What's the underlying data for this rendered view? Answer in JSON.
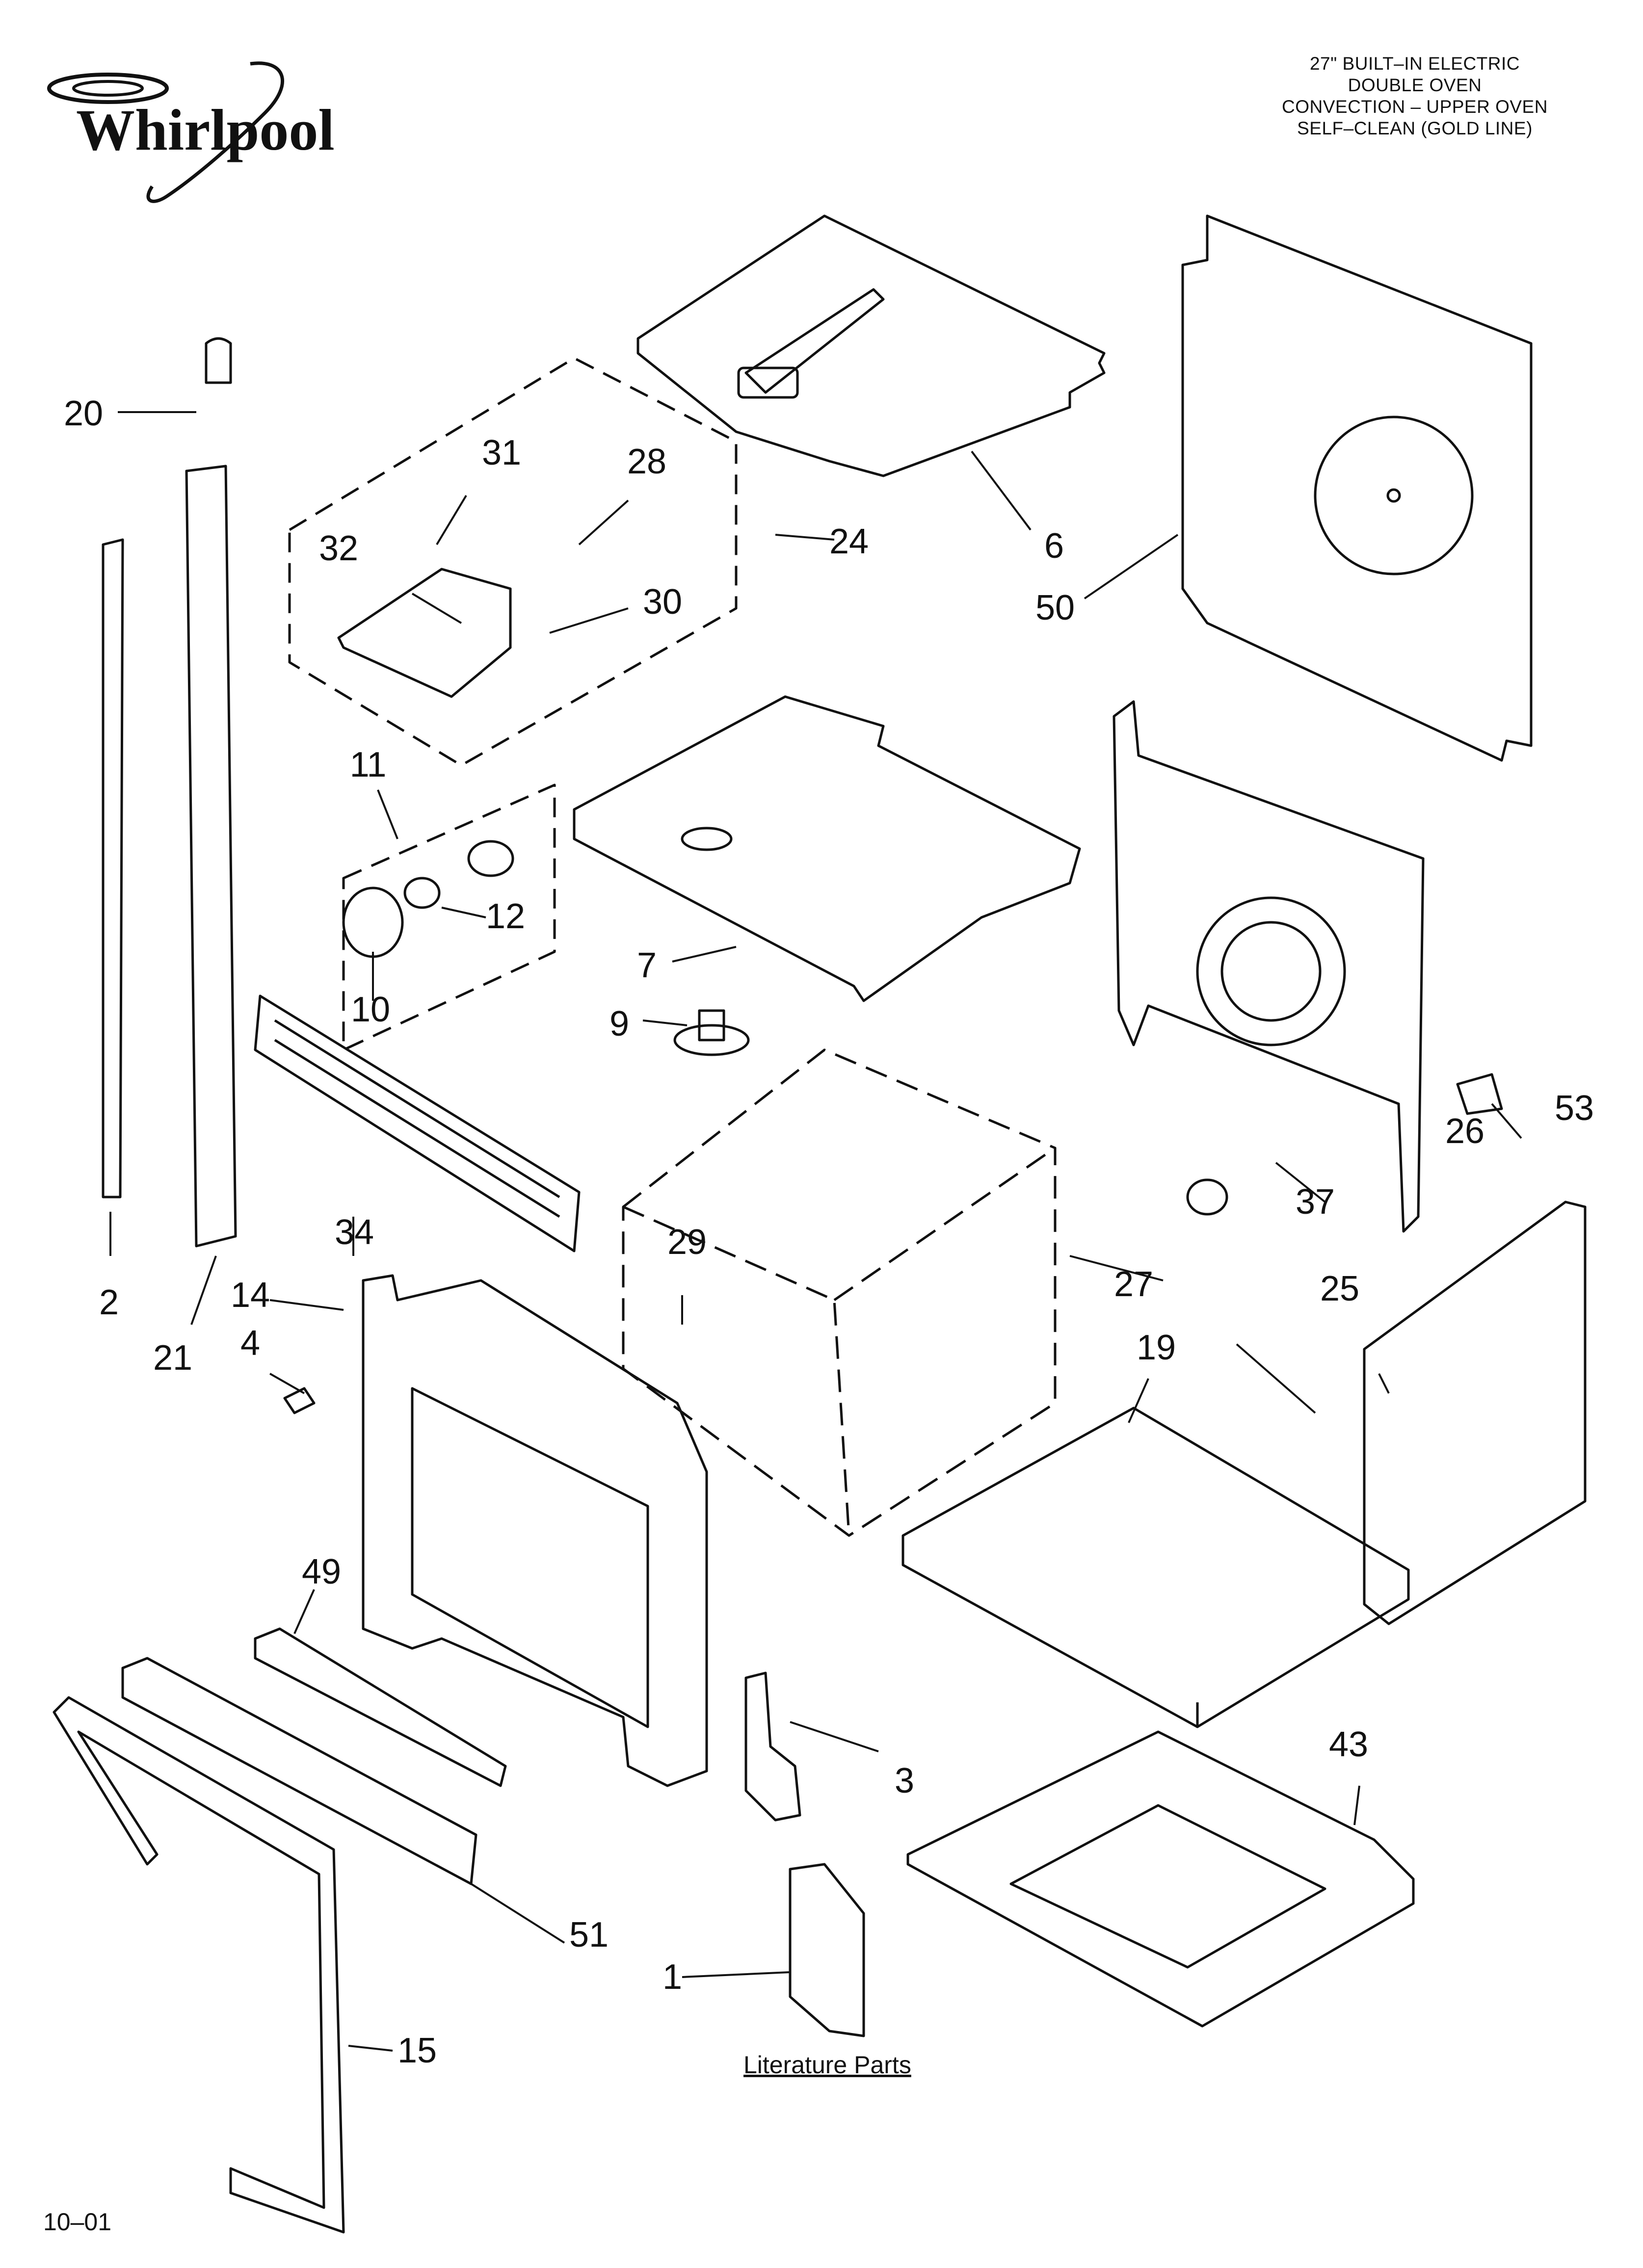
{
  "brand": {
    "name": "Whirlpool"
  },
  "title_lines": [
    "27\" BUILT–IN ELECTRIC",
    "DOUBLE OVEN",
    "CONVECTION – UPPER OVEN",
    "SELF–CLEAN (GOLD LINE)"
  ],
  "literature_label": "Literature Parts",
  "footer_code": "10–01",
  "callouts": {
    "p1": "1",
    "p2": "2",
    "p3": "3",
    "p4": "4",
    "p6": "6",
    "p7": "7",
    "p9": "9",
    "p10": "10",
    "p11": "11",
    "p12": "12",
    "p14": "14",
    "p15": "15",
    "p19": "19",
    "p20": "20",
    "p21": "21",
    "p24": "24",
    "p25": "25",
    "p26": "26",
    "p27": "27",
    "p28": "28",
    "p29": "29",
    "p30": "30",
    "p31": "31",
    "p32": "32",
    "p34": "34",
    "p37": "37",
    "p43": "43",
    "p49": "49",
    "p50": "50",
    "p51": "51",
    "p53": "53"
  },
  "colors": {
    "line": "#111111",
    "paper": "#ffffff"
  }
}
